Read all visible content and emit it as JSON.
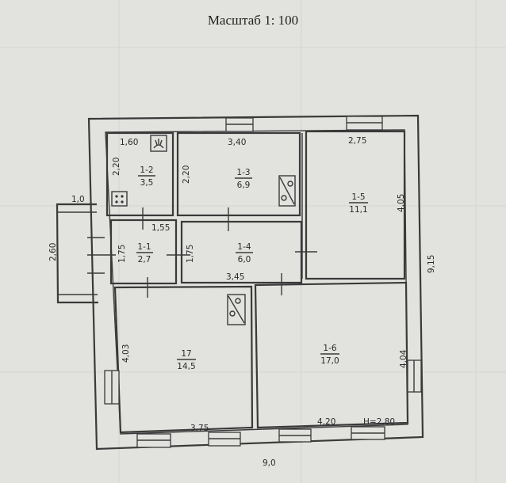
{
  "title": "Масштаб 1: 100",
  "rooms": [
    {
      "id": "1-2",
      "area": "3,5"
    },
    {
      "id": "1-3",
      "area": "6,9"
    },
    {
      "id": "1-5",
      "area": "11,1"
    },
    {
      "id": "1-1",
      "area": "2,7"
    },
    {
      "id": "1-4",
      "area": "6,0"
    },
    {
      "id": "17",
      "area": "14,5"
    },
    {
      "id": "1-6",
      "area": "17,0"
    }
  ],
  "dimensions": {
    "r12_width": "1,60",
    "r12_height": "2,20",
    "r13_width": "3,40",
    "r13_height": "2,20",
    "r15_width": "2,75",
    "r15_height": "4,05",
    "r11_width": "1,55",
    "r11_height": "1,75",
    "r14_width": "3,45",
    "r14_height": "1,75",
    "r17_width": "3,75",
    "r17_height": "4,03",
    "r16_width": "4,20",
    "r16_height": "4,04",
    "porch_width": "1,0",
    "porch_height": "2,60",
    "total_width": "9,0",
    "total_height": "9,15",
    "ceiling_height": "H=2,80"
  }
}
